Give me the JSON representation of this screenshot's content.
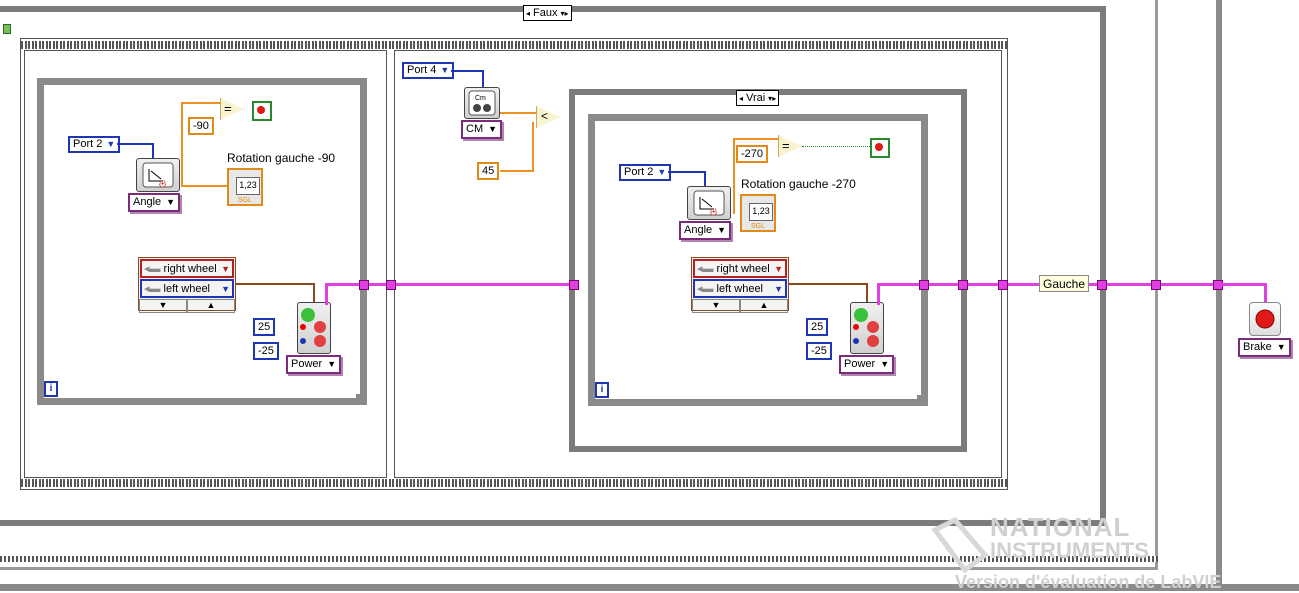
{
  "outer_case": {
    "selector": "Faux"
  },
  "inner_case": {
    "selector": "Vrai"
  },
  "frame1": {
    "port_enum": "Port 2",
    "angle_const": "-90",
    "rotation_label": "Rotation gauche -90",
    "indicator_text": "1,23",
    "indicator_type": "SGL",
    "mode_selector": "Angle",
    "motor_list": [
      "right wheel",
      "left wheel"
    ],
    "power_left": "25",
    "power_right": "-25",
    "power_selector": "Power",
    "info_icon": "i"
  },
  "frame2": {
    "port_enum": "Port 4",
    "sensor_icon": "Cm",
    "unit_selector": "CM",
    "threshold": "45",
    "inner": {
      "port_enum": "Port 2",
      "angle_const": "-270",
      "rotation_label": "Rotation gauche -270",
      "indicator_text": "1,23",
      "indicator_type": "SGL",
      "mode_selector": "Angle",
      "motor_list": [
        "right wheel",
        "left wheel"
      ],
      "power_left": "25",
      "power_right": "-25",
      "power_selector": "Power",
      "info_icon": "i"
    }
  },
  "wire_label": "Gauche",
  "brake_selector": "Brake",
  "watermark": {
    "line1": "NATIONAL",
    "line2": "INSTRUMENTS",
    "line3": "Version d'évaluation de LabVIE"
  },
  "colors": {
    "wire_motor": "#e040e0",
    "wire_numeric": "#f09020",
    "wire_enum": "#1f36b4",
    "loop_border": "#8a8a8a"
  }
}
